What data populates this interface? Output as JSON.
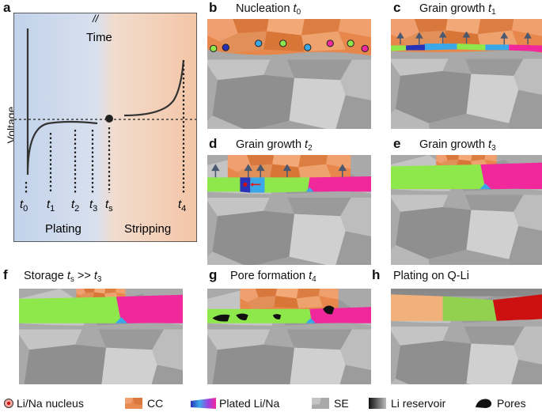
{
  "panel_a": {
    "label": "a",
    "ylabel": "Voltage",
    "time_label": "Time",
    "break_mark": "//",
    "ticks": [
      {
        "main": "t",
        "sub": "0"
      },
      {
        "main": "t",
        "sub": "1"
      },
      {
        "main": "t",
        "sub": "2"
      },
      {
        "main": "t",
        "sub": "3"
      },
      {
        "main": "t",
        "sub": "s"
      },
      {
        "main": "t",
        "sub": "4"
      }
    ],
    "phase_plating": "Plating",
    "phase_stripping": "Stripping",
    "colors": {
      "plating_bg": "#c8d6ea",
      "stripping_bg": "#f4cdb3",
      "curve": "#333333"
    }
  },
  "panels": [
    {
      "id": "b",
      "label": "b",
      "title": "Nucleation ",
      "t": "t",
      "sub": "0"
    },
    {
      "id": "c",
      "label": "c",
      "title": "Grain growth ",
      "t": "t",
      "sub": "1"
    },
    {
      "id": "d",
      "label": "d",
      "title": "Grain growth ",
      "t": "t",
      "sub": "2"
    },
    {
      "id": "e",
      "label": "e",
      "title": "Grain growth ",
      "t": "t",
      "sub": "3"
    },
    {
      "id": "f",
      "label": "f",
      "title": "Storage ",
      "t": "t",
      "sub": "s",
      "extra": " >> ",
      "t2": "t",
      "sub2": "3"
    },
    {
      "id": "g",
      "label": "g",
      "title": "Pore formation ",
      "t": "t",
      "sub": "4"
    },
    {
      "id": "h",
      "label": "h",
      "title": "Plating on Q-Li"
    }
  ],
  "legend": [
    {
      "label": "Li/Na nucleus",
      "icon": "nucleus-icon"
    },
    {
      "label": "CC",
      "icon": "cc-swatch-icon"
    },
    {
      "label": "Plated Li/Na",
      "icon": "plated-gradient-icon"
    },
    {
      "label": "SE",
      "icon": "se-swatch-icon"
    },
    {
      "label": "Li reservoir",
      "icon": "reservoir-gradient-icon"
    },
    {
      "label": "Pores",
      "icon": "pore-blob-icon"
    }
  ],
  "colors": {
    "cc": "#e8894f",
    "se": "#b5b5b5",
    "grain_green": "#8ee84c",
    "grain_pink": "#f0289c",
    "grain_blue": "#3aa8e8",
    "grain_navy": "#2832b8",
    "qli_peach": "#f2b07a",
    "qli_green": "#92d050",
    "qli_red": "#cc1010"
  }
}
